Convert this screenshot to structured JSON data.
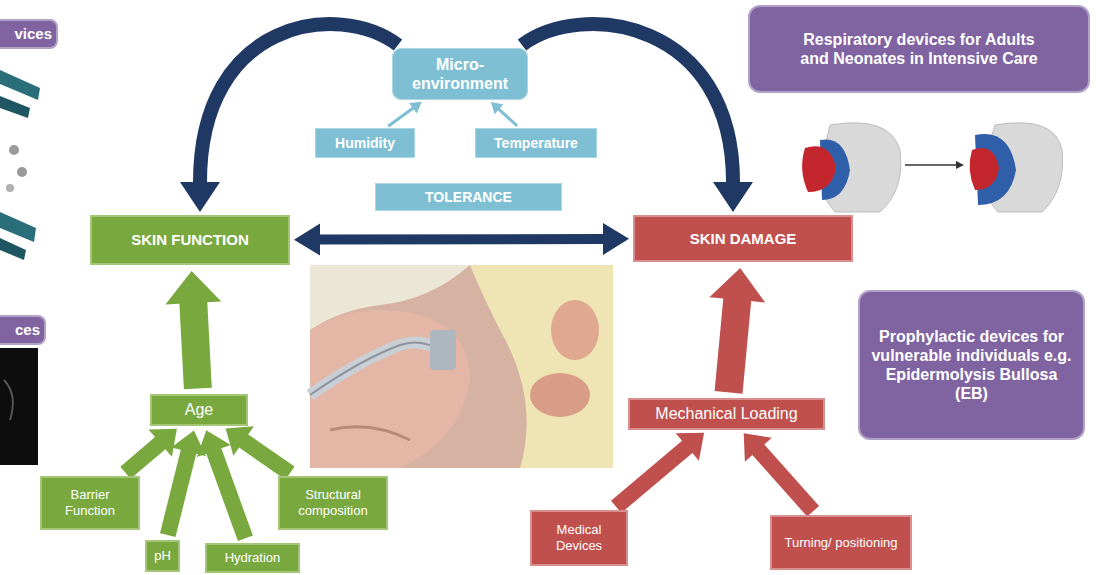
{
  "diagram": {
    "nodes": [
      {
        "text": [
          "vices"
        ]
      },
      {
        "text": [
          "Respiratory devices for Adults and Neonates in Intensive Care"
        ]
      },
      {
        "text": [
          "Micro- environment"
        ]
      },
      {
        "text": [
          "Humidity"
        ]
      },
      {
        "text": [
          "Temperature"
        ]
      },
      {
        "text": [
          "TOLERANCE"
        ]
      },
      {
        "text": [
          "SKIN FUNCTION"
        ]
      },
      {
        "text": [
          "SKIN DAMAGE"
        ]
      },
      {
        "text": [
          "ces"
        ]
      },
      {
        "text": [
          "Prophylactic devices for vulnerable individuals e.g. Epidermolysis Bullosa (EB)"
        ]
      },
      {
        "text": [
          "Age"
        ]
      },
      {
        "text": [
          "Mechanical Loading"
        ]
      },
      {
        "text": [
          "Barrier Function"
        ]
      },
      {
        "text": [
          "Structural composition"
        ]
      },
      {
        "text": [
          "Medical Devices"
        ]
      },
      {
        "text": [
          "Turning/ positioning"
        ]
      },
      {
        "text": [
          "pH"
        ]
      },
      {
        "text": [
          "Hydration"
        ]
      }
    ],
    "edges": [
      {
        "from": 3,
        "to": 2,
        "arrow": "to"
      },
      {
        "from": 4,
        "to": 2,
        "arrow": "to"
      },
      {
        "from": 2,
        "to": 6,
        "arrow": "to"
      },
      {
        "from": 2,
        "to": 7,
        "arrow": "to"
      },
      {
        "from": 6,
        "to": 7,
        "arrow": "both"
      },
      {
        "from": 10,
        "to": 6,
        "arrow": "to"
      },
      {
        "from": 12,
        "to": 10,
        "arrow": "to"
      },
      {
        "from": 16,
        "to": 10,
        "arrow": "to"
      },
      {
        "from": 17,
        "to": 10,
        "arrow": "to"
      },
      {
        "from": 13,
        "to": 10,
        "arrow": "to"
      },
      {
        "from": 11,
        "to": 7,
        "arrow": "to"
      },
      {
        "from": 14,
        "to": 11,
        "arrow": "to"
      },
      {
        "from": 15,
        "to": 11,
        "arrow": "to"
      }
    ]
  }
}
